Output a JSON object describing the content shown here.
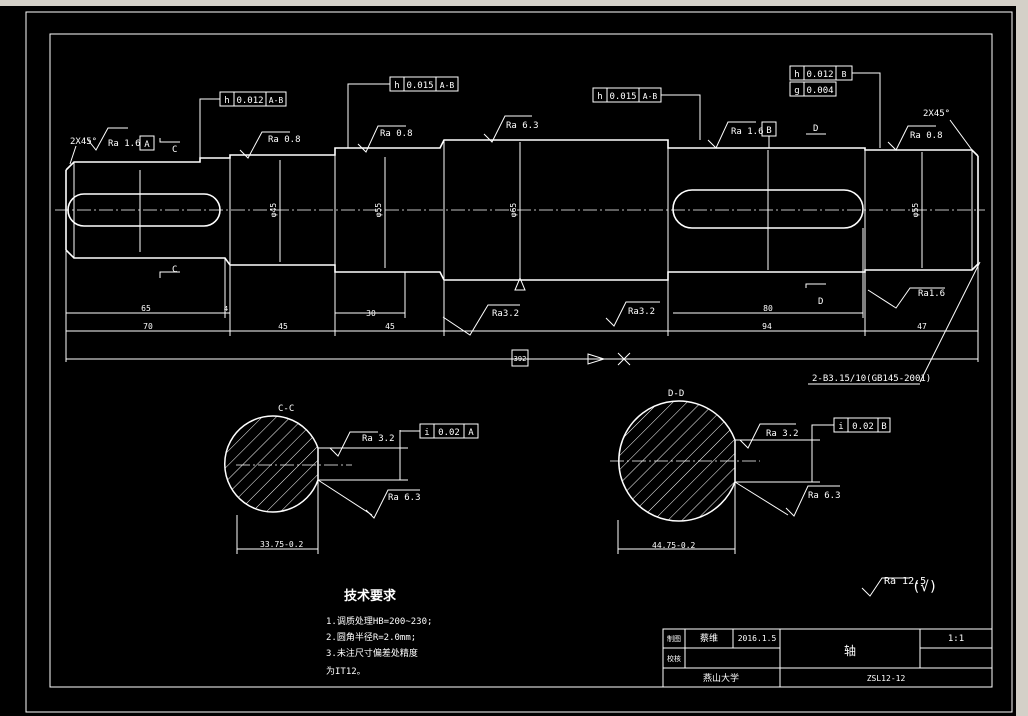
{
  "window": {
    "chrome_color": "#d4d0c8"
  },
  "drawing": {
    "line_color": "#ffffff",
    "background": "#000000",
    "chamfer_left": "2X45°",
    "chamfer_right": "2X45°",
    "section_c_marker": "C",
    "section_d_marker": "D",
    "datum_a": "A",
    "datum_b": "B",
    "tolerance_frames": [
      {
        "symbol": "h",
        "value": "0.012",
        "datum": "A-B"
      },
      {
        "symbol": "h",
        "value": "0.015",
        "datum": "A-B"
      },
      {
        "symbol": "h",
        "value": "0.015",
        "datum": "A-B"
      },
      {
        "symbol": "h",
        "value": "0.012",
        "datum": "B"
      },
      {
        "symbol": "g",
        "value": "0.004",
        "datum": ""
      }
    ],
    "roughness": [
      "Ra 1.6",
      "Ra 0.8",
      "Ra 0.8",
      "Ra 6.3",
      "Ra 1.6",
      "Ra 0.8",
      "Ra3.2",
      "Ra3.2",
      "Ra1.6"
    ],
    "diameters": [
      "φ45",
      "φ55",
      "φ65",
      "φ55"
    ],
    "dims_upper": [
      "65",
      "4",
      "30",
      "80"
    ],
    "dims_lower": [
      "70",
      "45",
      "45",
      "94",
      "47"
    ],
    "total_length": "392",
    "center_hole_note": "2-B3.15/10(GB145-2001)",
    "section_c": {
      "title": "C-C",
      "width_dim": "33.75-0.2",
      "ra_top": "Ra 3.2",
      "ra_bottom": "Ra 6.3",
      "frame_symbol": "i",
      "frame_value": "0.02",
      "frame_datum": "A"
    },
    "section_d": {
      "title": "D-D",
      "width_dim": "44.75-0.2",
      "ra_top": "Ra 3.2",
      "ra_bottom": "Ra 6.3",
      "frame_symbol": "i",
      "frame_value": "0.02",
      "frame_datum": "B"
    },
    "general_roughness": "Ra 12.5",
    "general_roughness_paren": "(√)"
  },
  "tech_requirements": {
    "title": "技术要求",
    "items": [
      "1.调质处理HB=200~230;",
      "2.圆角半径R=2.0mm;",
      "3.未注尺寸偏差处精度",
      "为IT12。"
    ]
  },
  "title_block": {
    "row1_label": "制图",
    "designer": "蔡维",
    "date": "2016.1.5",
    "part_name": "轴",
    "scale": "1:1",
    "row2_label": "校核",
    "school": "燕山大学",
    "drawing_no": "ZSL12-12"
  }
}
